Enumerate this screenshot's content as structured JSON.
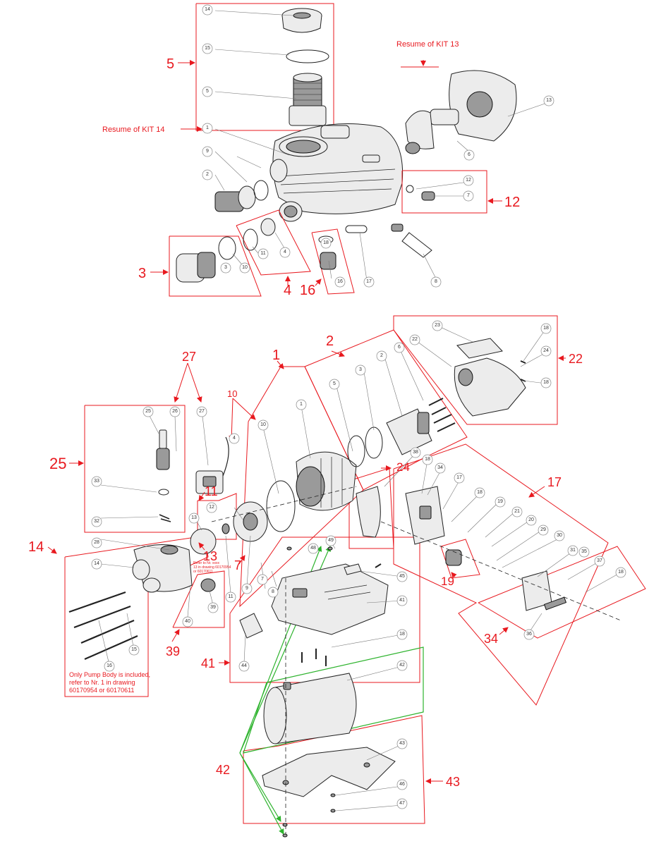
{
  "colors": {
    "kit_outline": "#e8191f",
    "tank_kit_outline": "#2db32d",
    "part_stroke": "#222222",
    "part_fill": "#ececec"
  },
  "kit_labels": [
    "5",
    "3",
    "4",
    "16",
    "12",
    "1",
    "2",
    "10",
    "27",
    "25",
    "11",
    "13",
    "7",
    "14",
    "39",
    "41",
    "42",
    "43",
    "22",
    "24",
    "17",
    "19",
    "34"
  ],
  "notes": {
    "resume_kit13": "Resume of KIT 13",
    "resume_kit14": "Resume of KIT 14",
    "only_pump_body": [
      "Only Pump Body is included,",
      "refer to Nr. 1 in drawing",
      "60170954 or 60170611"
    ],
    "refer_small": [
      "Refer to Nr. xxxx",
      "13 in drawing 60170954",
      "or 60170611"
    ]
  },
  "callouts": {
    "top": [
      "14",
      "15",
      "5",
      "1",
      "9",
      "2",
      "3",
      "10",
      "11",
      "4",
      "18",
      "16",
      "17",
      "8",
      "6",
      "13",
      "12",
      "7"
    ],
    "bottom": [
      "25",
      "26",
      "27",
      "33",
      "32",
      "28",
      "12",
      "13",
      "14",
      "11",
      "8",
      "9",
      "7",
      "10",
      "4",
      "1",
      "3",
      "5",
      "2",
      "6",
      "23",
      "22",
      "18",
      "24",
      "18",
      "38",
      "18",
      "34",
      "17",
      "18",
      "19",
      "21",
      "20",
      "29",
      "30",
      "31",
      "35",
      "37",
      "18",
      "36",
      "48",
      "49",
      "45",
      "41",
      "18",
      "44",
      "42",
      "43",
      "46",
      "47",
      "15",
      "16",
      "40",
      "39"
    ]
  }
}
